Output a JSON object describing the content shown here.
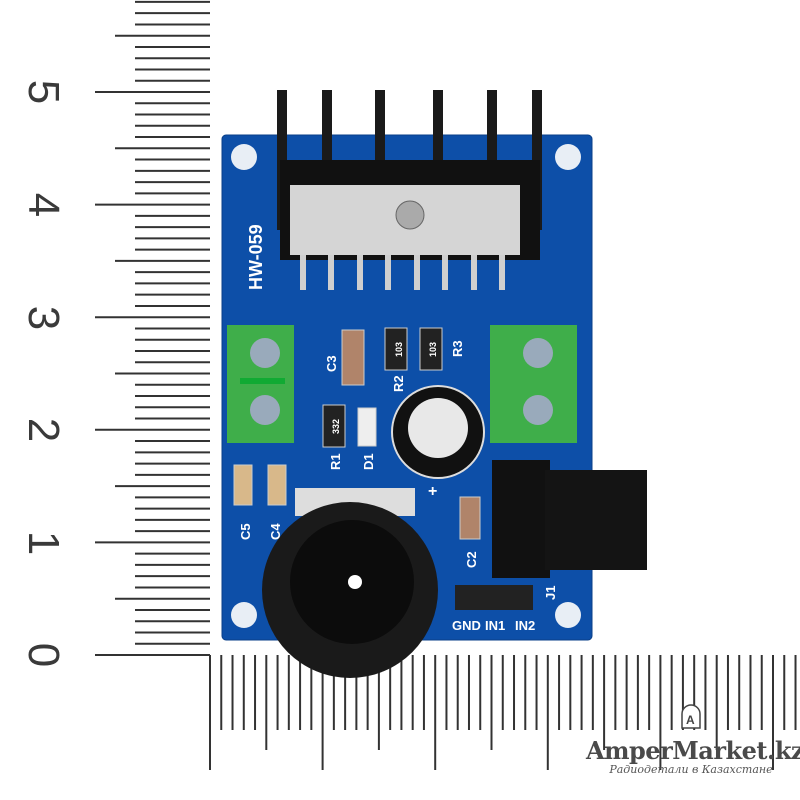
{
  "ruler": {
    "labels": [
      "0",
      "1",
      "2",
      "3",
      "4",
      "5"
    ],
    "unit": "cm"
  },
  "board": {
    "model": "HW-059",
    "color": "#0d4fa8",
    "silkscreen": {
      "c3": "C3",
      "r2": "R2",
      "r3": "R3",
      "r1": "R1",
      "d1": "D1",
      "c5": "C5",
      "c4": "C4",
      "c2": "C2",
      "j1": "J1",
      "gnd": "GND",
      "in1": "IN1",
      "in2": "IN2",
      "plus": "+"
    },
    "resistor_codes": {
      "r2": "103",
      "r3": "103",
      "r1": "332"
    }
  },
  "logo": {
    "name": "AmperMarket.kz",
    "tagline": "Радиодетали в Казахстане",
    "icon_letter": "A"
  }
}
